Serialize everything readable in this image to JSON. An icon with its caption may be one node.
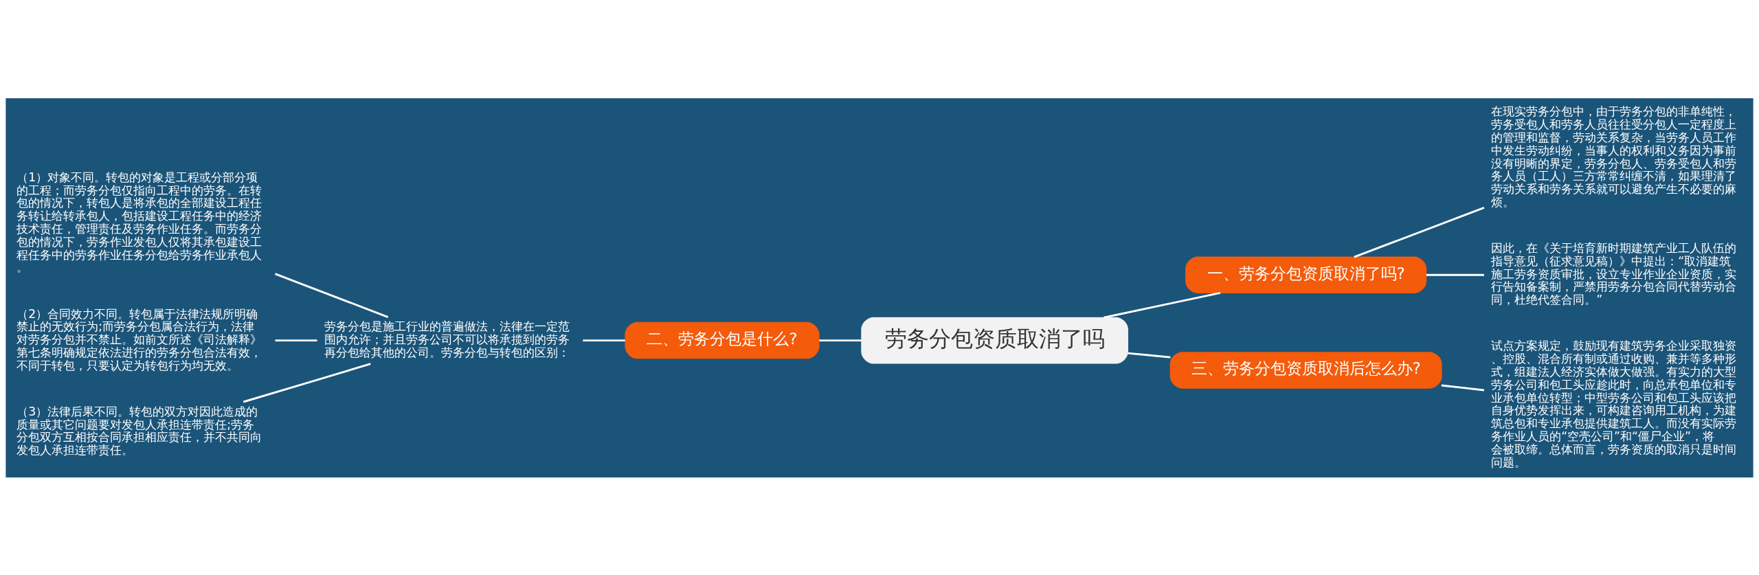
{
  "diagram": {
    "nodes": [
      {
        "text": [
          "劳务分包资质取消了吗"
        ]
      },
      {
        "text": [
          "一、劳务分包资质取消了吗?"
        ]
      },
      {
        "text": [
          "在现实劳务分包中，由于劳务分包的非单纯性，劳务受包人和劳务人员往往受分包人一定程度上的管理和监督，劳动关系复杂，当劳务人员工作中发生劳动纠纷，当事人的权利和义务因为事前没有明晰的界定，劳务分包人、劳务受包人和劳务人员（工人）三方常常纠缠不清，如果理清了劳动关系和劳务关系就可以避免产生不必要的麻烦。"
        ]
      },
      {
        "text": [
          "因此，在《关于培育新时期建筑产业工人队伍的指导意见（征求意见稿）》中提出：“取消建筑施工劳务资质审批，设立专业作业企业资质，实行告知备案制，严禁用劳务分包合同代替劳动合同，杜绝代签合同。”"
        ]
      },
      {
        "text": [
          "二、劳务分包是什么?"
        ]
      },
      {
        "text": [
          "劳务分包是施工行业的普遍做法，法律在一定范围内允许；并且劳务公司不可以将承揽到的劳务再分包给其他的公司。劳务分包与转包的区别："
        ]
      },
      {
        "text": [
          "（1）对象不同。转包的对象是工程或分部分项的工程；而劳务分包仅指向工程中的劳务。在转包的情况下，转包人是将承包的全部建设工程任务转让给转承包人，包括建设工程任务中的经济技术责任，管理责任及劳务作业任务。而劳务分包的情况下，劳务作业发包人仅将其承包建设工程任务中的劳务作业任务分包给劳务作业承包人。"
        ]
      },
      {
        "text": [
          "（2）合同效力不同。转包属于法律法规所明确禁止的无效行为;而劳务分包属合法行为，法律对劳务分包并不禁止。如前文所述《司法解释》第七条明确规定依法进行的劳务分包合法有效，不同于转包，只要认定为转包行为均无效。"
        ]
      },
      {
        "text": [
          "（3）法律后果不同。转包的双方对因此造成的质量或其它问题要对发包人承担连带责任;劳务分包双方互相按合同承担相应责任，并不共同向发包人承担连带责任。"
        ]
      },
      {
        "text": [
          "三、劳务分包资质取消后怎么办?"
        ]
      },
      {
        "text": [
          "试点方案规定，鼓励现有建筑劳务企业采取独资、控股、混合所有制或通过收购、兼并等多种形式，组建法人经济实体做大做强。有实力的大型劳务公司和包工头应趁此时，向总承包单位和专业承包单位转型；中型劳务公司和包工头应该把自身优势发挥出来，可构建咨询用工机构，为建筑总包和专业承包提供建筑工人。而没有实际劳务作业人员的“空壳公司”和“僵尸企业”，将会被取缔。总体而言，劳务资质的取消只是时间问题。"
        ]
      }
    ],
    "edges": [
      {
        "from": 0,
        "to": 1,
        "arrow": "none"
      },
      {
        "from": 1,
        "to": 2,
        "arrow": "none"
      },
      {
        "from": 1,
        "to": 3,
        "arrow": "none"
      },
      {
        "from": 0,
        "to": 4,
        "arrow": "none"
      },
      {
        "from": 4,
        "to": 5,
        "arrow": "none"
      },
      {
        "from": 5,
        "to": 6,
        "arrow": "none"
      },
      {
        "from": 5,
        "to": 7,
        "arrow": "none"
      },
      {
        "from": 5,
        "to": 8,
        "arrow": "none"
      },
      {
        "from": 0,
        "to": 9,
        "arrow": "none"
      },
      {
        "from": 9,
        "to": 10,
        "arrow": "none"
      }
    ]
  }
}
